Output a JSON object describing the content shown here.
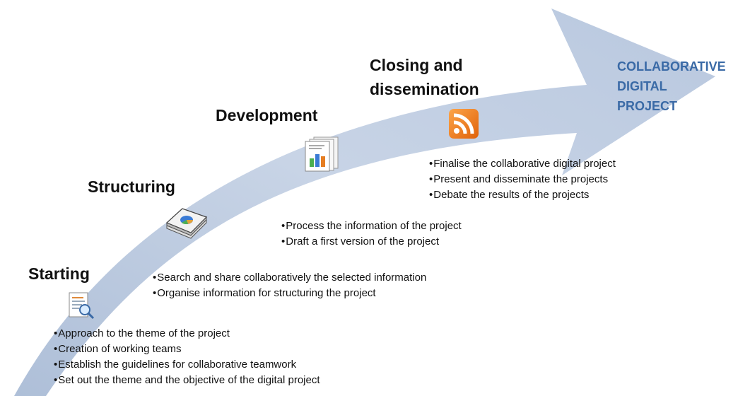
{
  "stages": [
    {
      "title": "Starting",
      "icon": "document-search-icon",
      "bullets": [
        "Approach to the theme of the project",
        "Creation of  working teams",
        "Establish the guidelines for collaborative teamwork",
        "Set out the theme and the objective of the digital project"
      ]
    },
    {
      "title": "Structuring",
      "icon": "document-stack-icon",
      "bullets": [
        "Search and share collaboratively the selected information",
        "Organise information for structuring the project"
      ]
    },
    {
      "title": "Development",
      "icon": "report-chart-icon",
      "bullets": [
        "Process the information of the project",
        "Draft a first version of the project"
      ]
    },
    {
      "title_lines": [
        "Closing and",
        "dissemination"
      ],
      "icon": "rss-feed-icon",
      "bullets": [
        "Finalise the collaborative digital project",
        "Present and disseminate the projects",
        "Debate the results of the projects"
      ]
    }
  ],
  "goal": {
    "lines": [
      "COLLABORATIVE",
      "DIGITAL",
      "PROJECT"
    ],
    "color": "#3a6aa6"
  },
  "colors": {
    "arrow_fill": "#c9d5e6",
    "rss_orange": "#f07a10"
  }
}
